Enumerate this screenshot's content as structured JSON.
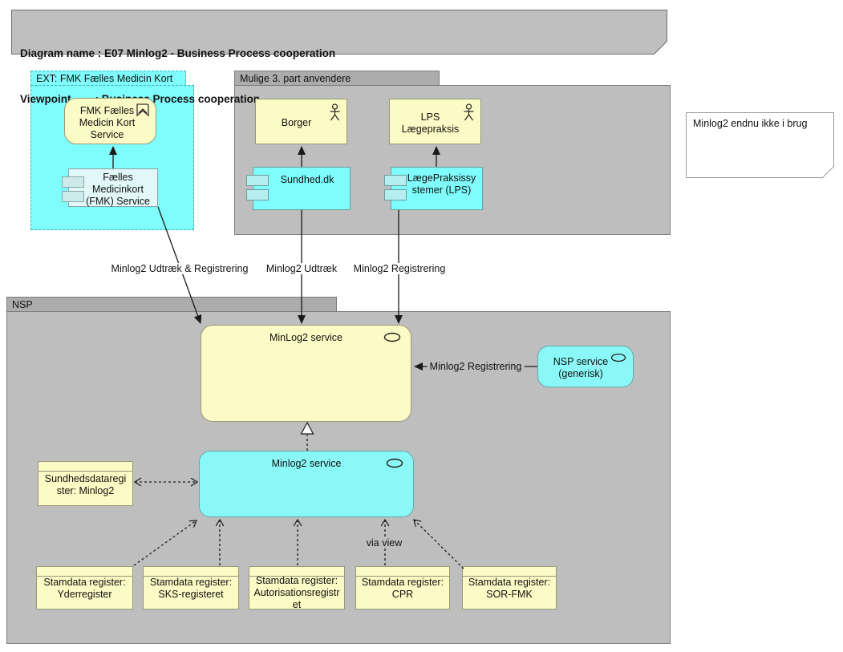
{
  "title": {
    "line1": "Diagram name : E07 Minlog2 - Business Process cooperation",
    "line2": "Viewpoint        : Business Process cooperation"
  },
  "note": {
    "text": "Minlog2 endnu ikke i brug"
  },
  "groups": {
    "ext": {
      "label": "EXT: FMK Fælles Medicin Kort"
    },
    "third_party": {
      "label": "Mulige 3. part anvendere"
    },
    "nsp": {
      "label": "NSP"
    }
  },
  "nodes": {
    "fmk_service": {
      "label": "FMK Fælles Medicin Kort Service"
    },
    "fmk_component": {
      "label": "Fælles Medicinkort (FMK) Service"
    },
    "borger": {
      "label": "Borger"
    },
    "lps_actor": {
      "label": "LPS Lægepraksis"
    },
    "sundhed_dk": {
      "label": "Sundhed.dk"
    },
    "lps_system": {
      "label": "LægePraksissystemer (LPS)"
    },
    "minlog2_service_app": {
      "label": "MinLog2 service"
    },
    "nsp_service": {
      "label": "NSP service (generisk)"
    },
    "minlog2_service_infra": {
      "label": "Minlog2 service"
    },
    "sundhedsdataregister": {
      "label": "Sundhedsdataregister: Minlog2"
    },
    "stamdata_labels": [
      "Stamdata register: Yderregister",
      "Stamdata register: SKS-registeret",
      "Stamdata register: Autorisationsregistret",
      "Stamdata register: CPR",
      "Stamdata register: SOR-FMK"
    ]
  },
  "edge_labels": {
    "udtraek_registrering": "Minlog2 Udtræk & Registrering",
    "udtraek": "Minlog2 Udtræk",
    "registrering": "Minlog2 Registrering",
    "nsp_registrering": "Minlog2 Registrering",
    "via_view": "via view"
  },
  "colors": {
    "group_gray": "#bebebe",
    "group_tab_gray": "#acacac",
    "element_yellow": "#fbfbc5",
    "element_cyan": "#7ffcfc",
    "yellow_border": "#98987a",
    "line_black": "#1a1a1a"
  }
}
